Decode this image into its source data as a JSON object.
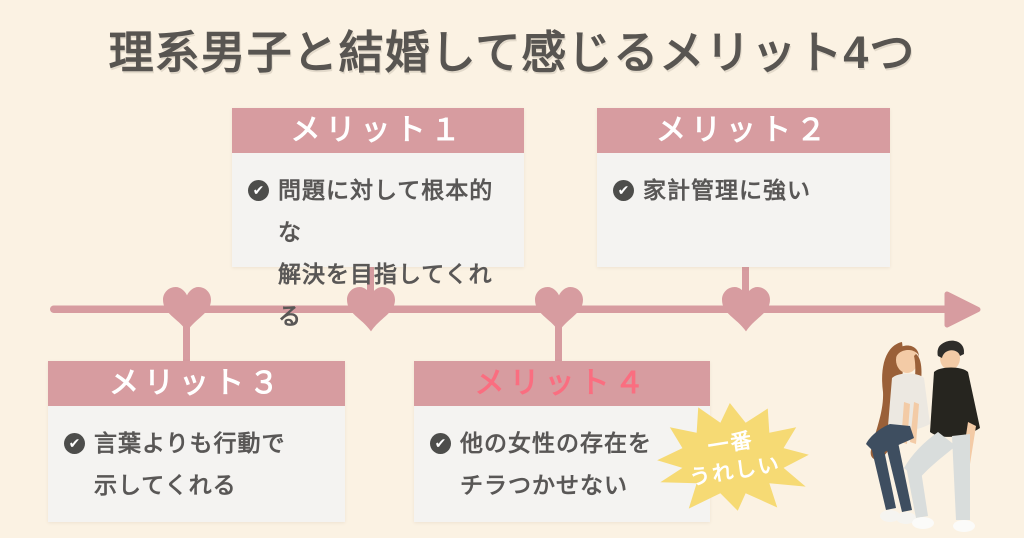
{
  "title": "理系男子と結婚して感じるメリット4つ",
  "colors": {
    "background": "#FBF2E3",
    "accent_pink": "#D79CA0",
    "card_body": "#F4F3F1",
    "text_dark": "#595756",
    "merit4_highlight": "#FA6E80",
    "badge_yellow": "#F6DA74",
    "badge_text": "#FFFFFF",
    "check_circle": "#4D4D4B"
  },
  "merits": [
    {
      "label": "メリット１",
      "text": "問題に対して根本的な\n解決を目指してくれる"
    },
    {
      "label": "メリット２",
      "text": "家計管理に強い"
    },
    {
      "label": "メリット３",
      "text": "言葉よりも行動で\n示してくれる"
    },
    {
      "label": "メリット４",
      "text": "他の女性の存在を\nチラつかせない"
    }
  ],
  "badge": {
    "line1": "一番",
    "line2": "うれしい"
  },
  "icons": {
    "check": "✔",
    "heart": "heart-marker",
    "arrow": "timeline-arrow"
  }
}
